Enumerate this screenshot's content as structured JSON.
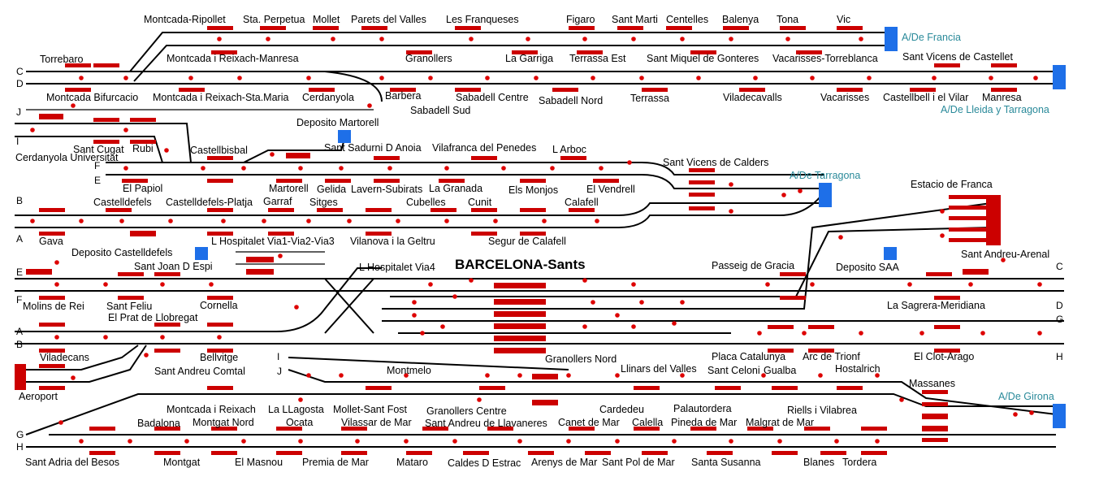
{
  "diagram": {
    "title": "BARCELONA-Sants",
    "colors": {
      "track": "#000000",
      "platform": "#cc0000",
      "signal": "#dd0000",
      "terminal": "#1e6fe8",
      "direction_text": "#2a8a9a"
    },
    "line_letters": {
      "c_left": "C",
      "d_left": "D",
      "j_top": "J",
      "i_mid": "I",
      "f_top": "F",
      "e_top": "E",
      "b_left": "B",
      "a_left": "A",
      "e_left": "E",
      "f_left": "F",
      "a_left2": "A",
      "b_left2": "B",
      "i_right": "I",
      "j_right": "J",
      "g_left": "G",
      "h_left": "H",
      "c_right": "C",
      "d_right": "D",
      "g_right": "G",
      "h_right": "H"
    },
    "directions": {
      "francia": "A/De Francia",
      "lleida": "A/De Lleida y Tarragona",
      "tarragona": "A/De Tarragona",
      "girona": "A/De Girona"
    },
    "stations": {
      "montcada_ripollet": "Montcada-Ripollet",
      "sta_perpetua": "Sta. Perpetua",
      "mollet": "Mollet",
      "parets": "Parets del Valles",
      "franqueses": "Les Franqueses",
      "figaro": "Figaro",
      "sant_marti": "Sant Marti",
      "centelles": "Centelles",
      "balenya": "Balenya",
      "tona": "Tona",
      "vic": "Vic",
      "torrebaro": "Torrebaro",
      "montcada_reixach_manresa": "Montcada i Reixach-Manresa",
      "granollers": "Granollers",
      "la_garriga": "La Garriga",
      "terrassa_est": "Terrassa Est",
      "sant_miquel": "Sant Miquel de Gonteres",
      "vacarisses_torreblanca": "Vacarisses-Torreblanca",
      "sant_vicens_castellet": "Sant Vicens de Castellet",
      "montcada_bifurcacio": "Montcada Bifurcacio",
      "montcada_reixach_sta_maria": "Montcada i Reixach-Sta.Maria",
      "cerdanyola": "Cerdanyola",
      "barbera": "Barbera",
      "sabadell_sud": "Sabadell Sud",
      "sabadell_centre": "Sabadell Centre",
      "sabadell_nord": "Sabadell Nord",
      "terrassa": "Terrassa",
      "viladecavalls": "Viladecavalls",
      "vacarisses": "Vacarisses",
      "castellbell": "Castellbell i el Vilar",
      "manresa": "Manresa",
      "deposito_martorell": "Deposito Martorell",
      "sant_cugat": "Sant Cugat",
      "rubi": "Rubi",
      "castellbisbal": "Castellbisbal",
      "sant_sadurni": "Sant Sadurni D Anoia",
      "vilafranca": "Vilafranca del Penedes",
      "l_arboc": "L Arboc",
      "cerdanyola_univ": "Cerdanyola Universitat",
      "sant_vicens_calders": "Sant Vicens de Calders",
      "el_papiol": "El Papiol",
      "martorell": "Martorell",
      "gelida": "Gelida",
      "lavern": "Lavern-Subirats",
      "la_granada": "La Granada",
      "els_monjos": "Els Monjos",
      "el_vendrell": "El Vendrell",
      "estacio_franca": "Estacio de Franca",
      "castelldefels": "Castelldefels",
      "castelldefels_platja": "Castelldefels-Platja",
      "garraf": "Garraf",
      "sitges": "Sitges",
      "cubelles": "Cubelles",
      "cunit": "Cunit",
      "calafell": "Calafell",
      "gava": "Gava",
      "hospitalet_vias": "L Hospitalet Via1-Via2-Via3",
      "vilanova": "Vilanova i la Geltru",
      "segur": "Segur de Calafell",
      "deposito_castelldefels": "Deposito Castelldefels",
      "sant_joan_despi": "Sant Joan D Espi",
      "hospitalet_via4": "L Hospitalet Via4",
      "passeig_gracia": "Passeig de Gracia",
      "deposito_saa": "Deposito SAA",
      "sant_andreu_arenal": "Sant Andreu-Arenal",
      "molins": "Molins de Rei",
      "sant_feliu": "Sant Feliu",
      "cornella": "Cornella",
      "prat": "El Prat de Llobregat",
      "sagrera": "La Sagrera-Meridiana",
      "viladecans": "Viladecans",
      "bellvitge": "Bellvitge",
      "granollers_nord": "Granollers Nord",
      "placa_catalunya": "Placa Catalunya",
      "arc_triomf": "Arc de Trionf",
      "clot_arago": "El Clot-Arago",
      "sant_andreu_comtal": "Sant Andreu Comtal",
      "montmelo": "Montmelo",
      "llinars": "Llinars del Valles",
      "sant_celoni": "Sant Celoni",
      "gualba": "Gualba",
      "hostalrich": "Hostalrich",
      "aeroport": "Aeroport",
      "massanes": "Massanes",
      "montcada_reixach": "Montcada i Reixach",
      "la_llagosta": "La LLagosta",
      "mollet_sant_fost": "Mollet-Sant Fost",
      "granollers_centre": "Granollers Centre",
      "cardedeu": "Cardedeu",
      "palautordera": "Palautordera",
      "riells": "Riells i Vilabrea",
      "badalona": "Badalona",
      "montgat_nord": "Montgat Nord",
      "ocata": "Ocata",
      "vilassar": "Vilassar de Mar",
      "sant_andreu_llavaneres": "Sant Andreu de Llavaneres",
      "canet": "Canet de Mar",
      "calella": "Calella",
      "pineda": "Pineda de Mar",
      "malgrat": "Malgrat de Mar",
      "sant_adria": "Sant Adria del Besos",
      "montgat": "Montgat",
      "el_masnou": "El Masnou",
      "premia": "Premia de Mar",
      "mataro": "Mataro",
      "caldes_estrac": "Caldes D Estrac",
      "arenys": "Arenys de Mar",
      "sant_pol": "Sant Pol de Mar",
      "santa_susanna": "Santa Susanna",
      "blanes": "Blanes",
      "tordera": "Tordera"
    }
  }
}
